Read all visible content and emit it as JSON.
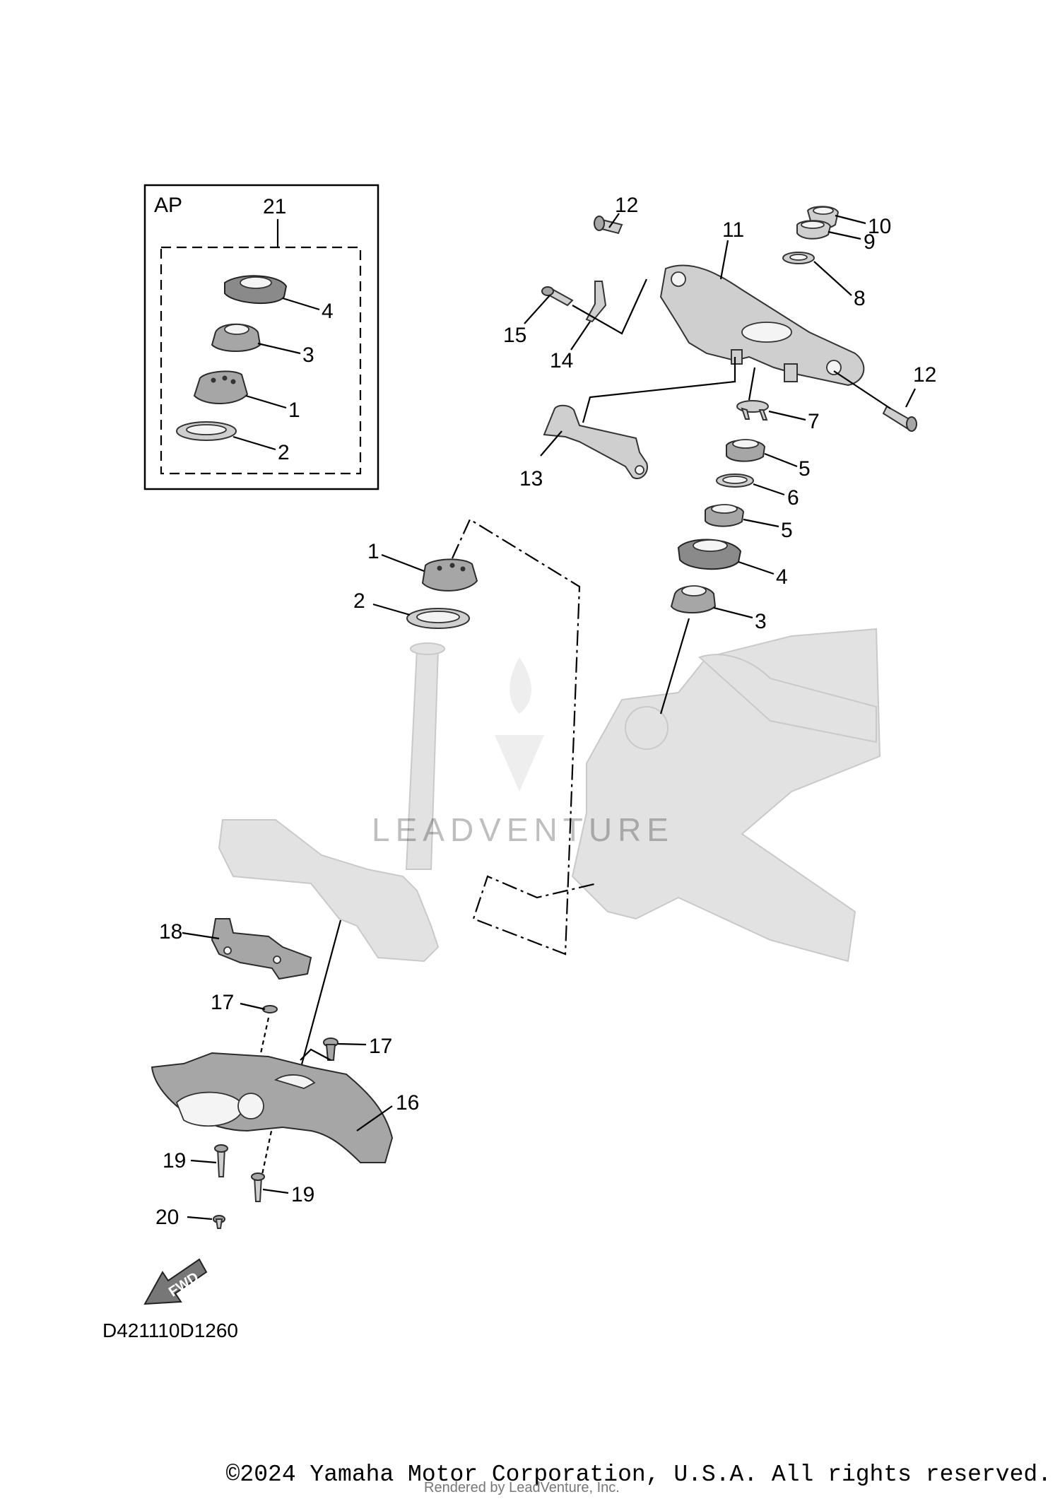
{
  "kit_box": {
    "title": "AP",
    "kit_number": "21",
    "callouts": [
      "4",
      "3",
      "1",
      "2"
    ]
  },
  "callouts": {
    "c12a": "12",
    "c11": "11",
    "c10": "10",
    "c9": "9",
    "c8": "8",
    "c15": "15",
    "c14": "14",
    "c12b": "12",
    "c7": "7",
    "c13": "13",
    "c5a": "5",
    "c6": "6",
    "c5b": "5",
    "c4": "4",
    "c3": "3",
    "c1": "1",
    "c2": "2",
    "c18": "18",
    "c17a": "17",
    "c17b": "17",
    "c16": "16",
    "c19a": "19",
    "c19b": "19",
    "c20": "20"
  },
  "fwd_label": "FWD",
  "diagram_code": "D421110D1260",
  "watermark": "LEADVENTURE",
  "copyright": "©2024 Yamaha Motor Corporation, U.S.A. All rights reserved.",
  "rendered_by": "Rendered by LeadVenture, Inc."
}
